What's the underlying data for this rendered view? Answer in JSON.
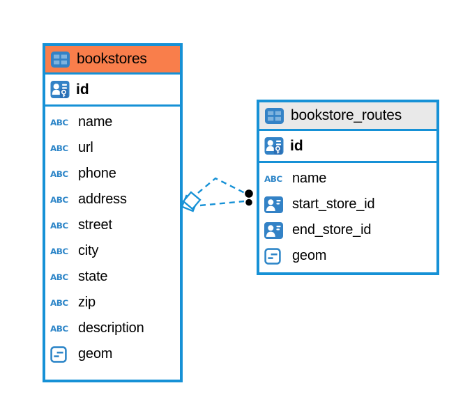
{
  "diagram": {
    "entities": [
      {
        "name": "bookstores",
        "header_color": "#F97E4B",
        "primary_key": "id",
        "columns": [
          {
            "name": "name",
            "type": "text"
          },
          {
            "name": "url",
            "type": "text"
          },
          {
            "name": "phone",
            "type": "text"
          },
          {
            "name": "address",
            "type": "text"
          },
          {
            "name": "street",
            "type": "text"
          },
          {
            "name": "city",
            "type": "text"
          },
          {
            "name": "state",
            "type": "text"
          },
          {
            "name": "zip",
            "type": "text"
          },
          {
            "name": "description",
            "type": "text"
          },
          {
            "name": "geom",
            "type": "geometry"
          }
        ]
      },
      {
        "name": "bookstore_routes",
        "header_color": "#E9E9E9",
        "primary_key": "id",
        "columns": [
          {
            "name": "name",
            "type": "text"
          },
          {
            "name": "start_store_id",
            "type": "reference"
          },
          {
            "name": "end_store_id",
            "type": "reference"
          },
          {
            "name": "geom",
            "type": "geometry"
          }
        ]
      }
    ],
    "relationship": {
      "from_entity": "bookstore_routes",
      "to_entity": "bookstores",
      "line_style": "dashed"
    },
    "icons": {
      "text_type_glyph": "ABC"
    },
    "colors": {
      "accent_blue": "#1691D6",
      "icon_blue": "#3382C6",
      "icon_cell_light_blue": "#7FB3DE",
      "header_orange": "#F97E4B",
      "header_gray": "#E9E9E9",
      "endpoint_black": "#000000"
    }
  }
}
